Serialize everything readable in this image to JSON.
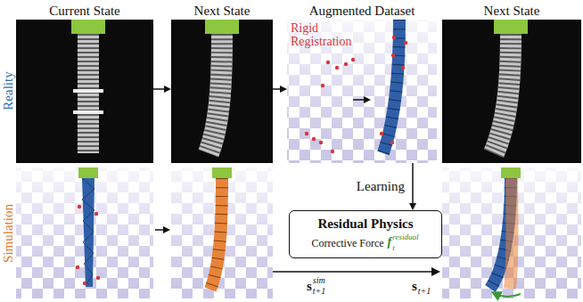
{
  "diagram": {
    "nodes": [
      {
        "text": [
          "Current State"
        ]
      },
      {
        "text": [
          "Next State"
        ]
      },
      {
        "text": [
          "Augmented Dataset",
          "Rigid Registration"
        ]
      },
      {
        "text": [
          "Next State"
        ]
      },
      {
        "text": [
          "Residual Physics",
          "Corrective Force"
        ]
      }
    ],
    "edges": [
      {
        "from": 0,
        "to": 1,
        "arrow": "to"
      },
      {
        "from": 1,
        "to": 2,
        "arrow": "to"
      },
      {
        "from": 2,
        "to": 4,
        "label": "Learning",
        "arrow": "to"
      }
    ],
    "labels": [
      "Reality",
      "Simulation",
      "f",
      "residual",
      "t",
      "s",
      "sim",
      "t+1",
      "s",
      "t+1"
    ]
  }
}
